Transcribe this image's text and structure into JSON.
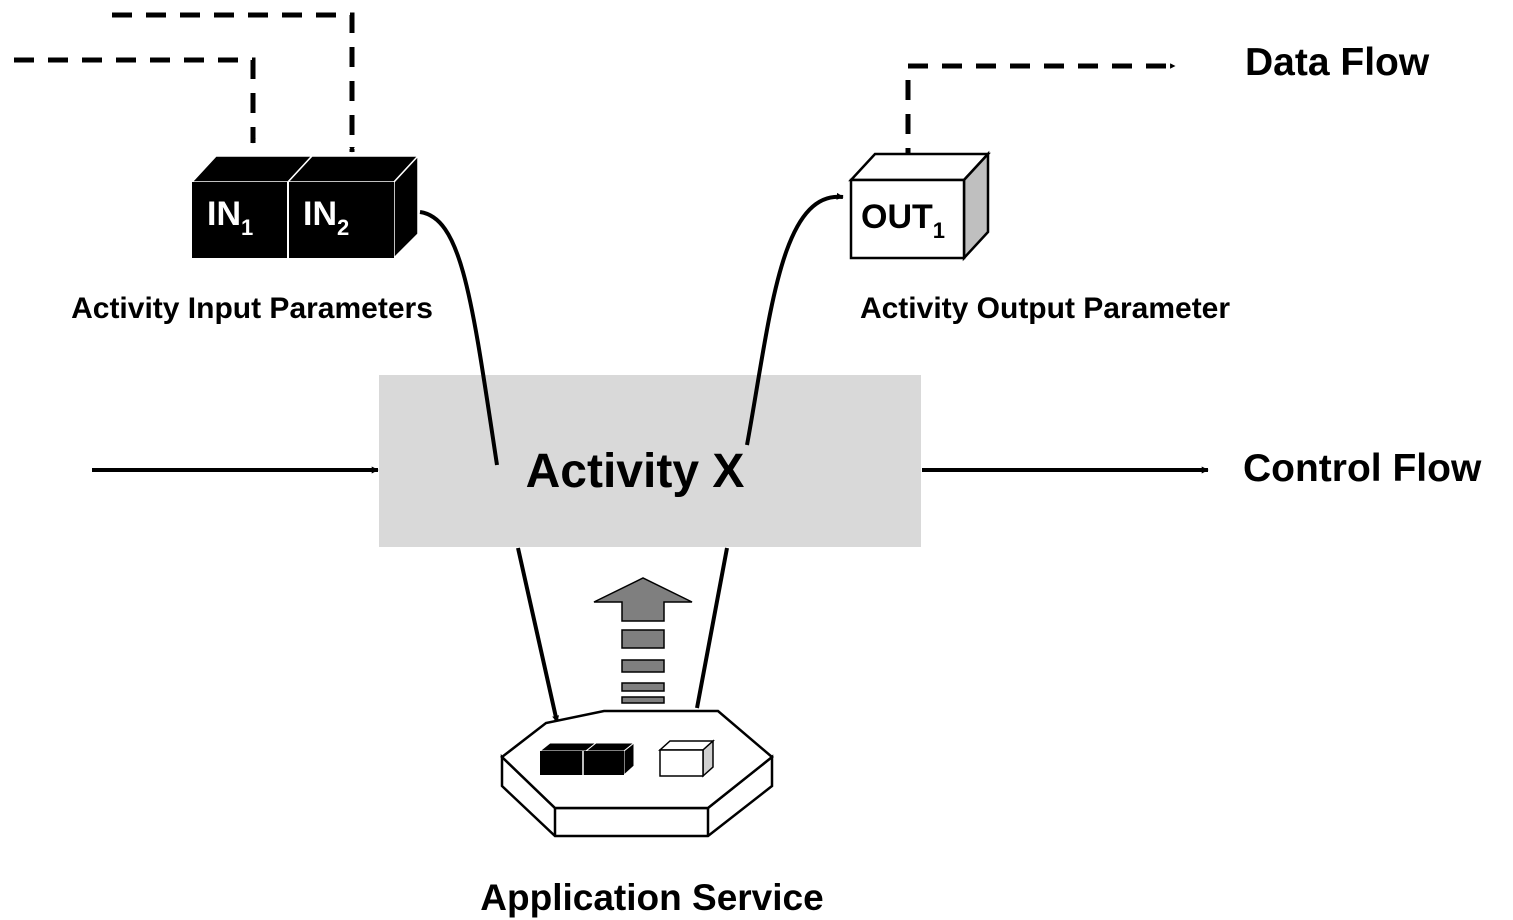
{
  "diagram": {
    "activity": {
      "label": "Activity X"
    },
    "input_block": {
      "label": "Activity Input Parameters",
      "params": [
        {
          "name": "IN",
          "sub": "1"
        },
        {
          "name": "IN",
          "sub": "2"
        }
      ]
    },
    "output_block": {
      "label": "Activity Output Parameter",
      "param": {
        "name": "OUT",
        "sub": "1"
      }
    },
    "legend": {
      "data_flow": "Data Flow",
      "control_flow": "Control Flow"
    },
    "service": {
      "label": "Application Service"
    }
  },
  "colors": {
    "activity_fill": "#d9d9d9",
    "param_fill": "#000000",
    "output_fill": "#ffffff",
    "up_arrow": "#7f7f7f"
  }
}
